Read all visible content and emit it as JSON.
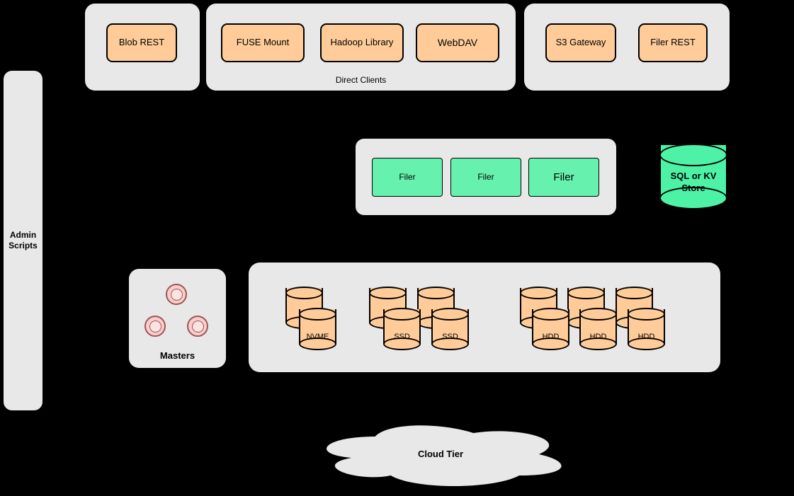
{
  "colors": {
    "background": "#000000",
    "panel": "#e8e8e8",
    "node-orange": "#ffcc99",
    "node-green": "#66f2ae",
    "store-green": "#4df2a6",
    "master-pink": "#f8cecc",
    "master-pink-light": "#fbe3e1",
    "master-stroke": "#9e5553"
  },
  "diagram": {
    "admin": {
      "label": "Admin\nScripts"
    },
    "blob_group": {
      "buttons": [
        {
          "label": "Blob REST"
        }
      ]
    },
    "direct_clients_group": {
      "label": "Direct Clients",
      "buttons": [
        {
          "label": "FUSE Mount"
        },
        {
          "label": "Hadoop Library"
        },
        {
          "label": "WebDAV"
        }
      ]
    },
    "gateway_group": {
      "buttons": [
        {
          "label": "S3 Gateway"
        },
        {
          "label": "Filer REST"
        }
      ]
    },
    "filer_group": {
      "filers": [
        {
          "label": "Filer"
        },
        {
          "label": "Filer"
        },
        {
          "label": "Filer"
        }
      ]
    },
    "store": {
      "label": "SQL or KV\nStore"
    },
    "masters": {
      "label": "Masters",
      "node_count": 3
    },
    "volume_group": {
      "nvme_label": "NVME",
      "ssd_labels": [
        "SSD",
        "SSD"
      ],
      "hdd_labels": [
        "HDD",
        "HDD",
        "HDD"
      ]
    },
    "cloud": {
      "label": "Cloud Tier"
    }
  }
}
